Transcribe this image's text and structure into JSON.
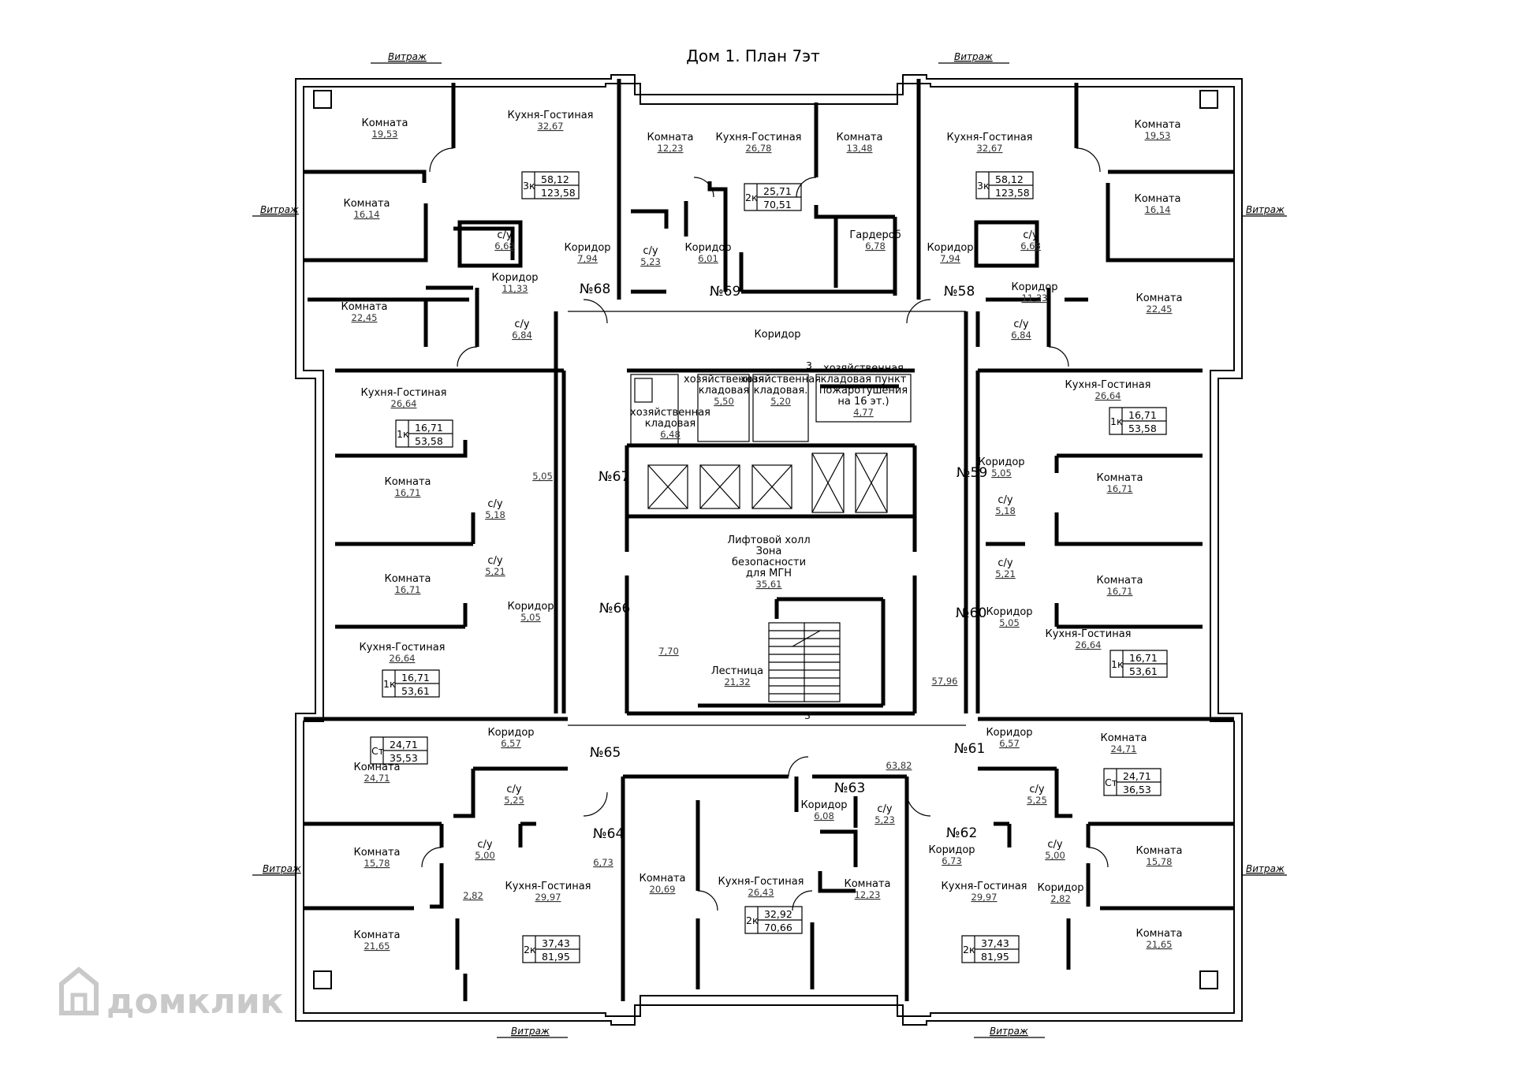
{
  "title": "Дом 1. План 7эт",
  "watermark": "домклик",
  "vitrazh_label": "Витраж",
  "rooms": [
    {
      "id": "r68-komnata-1",
      "label": "Комната",
      "area": "19,53"
    },
    {
      "id": "r68-kitchen",
      "label": "Кухня-Гостиная",
      "area": "32,67"
    },
    {
      "id": "r68-komnata-2",
      "label": "Комната",
      "area": "16,14"
    },
    {
      "id": "r68-su-1",
      "label": "с/у",
      "area": "6,68"
    },
    {
      "id": "r68-koridor-1",
      "label": "Коридор",
      "area": "7,94"
    },
    {
      "id": "r68-koridor-2",
      "label": "Коридор",
      "area": "11,33"
    },
    {
      "id": "r68-komnata-3",
      "label": "Комната",
      "area": "22,45"
    },
    {
      "id": "r68-su-2",
      "label": "с/у",
      "area": "6,84"
    },
    {
      "id": "r69-komnata-1",
      "label": "Комната",
      "area": "12,23"
    },
    {
      "id": "r69-kitchen",
      "label": "Кухня-Гостиная",
      "area": "26,78"
    },
    {
      "id": "r69-komnata-2",
      "label": "Комната",
      "area": "13,48"
    },
    {
      "id": "r69-su",
      "label": "с/у",
      "area": "5,23"
    },
    {
      "id": "r69-koridor",
      "label": "Коридор",
      "area": "6,01"
    },
    {
      "id": "r69-garderob",
      "label": "Гардероб",
      "area": "6,78"
    },
    {
      "id": "r58-kitchen",
      "label": "Кухня-Гостиная",
      "area": "32,67"
    },
    {
      "id": "r58-komnata-1",
      "label": "Комната",
      "area": "19,53"
    },
    {
      "id": "r58-komnata-2",
      "label": "Комната",
      "area": "16,14"
    },
    {
      "id": "r58-su-1",
      "label": "с/у",
      "area": "6,68"
    },
    {
      "id": "r58-koridor-1",
      "label": "Коридор",
      "area": "7,94"
    },
    {
      "id": "r58-koridor-2",
      "label": "Коридор",
      "area": "11,33"
    },
    {
      "id": "r58-komnata-3",
      "label": "Комната",
      "area": "22,45"
    },
    {
      "id": "r58-su-2",
      "label": "с/у",
      "area": "6,84"
    },
    {
      "id": "corridor-main",
      "label": "Коридор",
      "area": ""
    },
    {
      "id": "klad-1",
      "label": "хозяйственная кладовая",
      "area": "6,48"
    },
    {
      "id": "klad-2",
      "label": "хозяйственная кладовая",
      "area": "5,50"
    },
    {
      "id": "klad-3",
      "label": "хозяйственная кладовая.",
      "area": "5,20"
    },
    {
      "id": "klad-4",
      "label": "хозяйственная кладовая пункт пожаротушения на 16 эт.)",
      "area": "4,77"
    },
    {
      "id": "lift-hall",
      "label": "Лифтовой холл Зона безопасности для МГН",
      "area": "35,61"
    },
    {
      "id": "hall-left",
      "label": "",
      "area": "7,70"
    },
    {
      "id": "stair",
      "label": "Лестница",
      "area": "21,32"
    },
    {
      "id": "common-right",
      "label": "",
      "area": "57,96"
    },
    {
      "id": "common-bottom",
      "label": "",
      "area": "63,82"
    },
    {
      "id": "r67-kitchen",
      "label": "Кухня-Гостиная",
      "area": "26,64"
    },
    {
      "id": "r67-komnata",
      "label": "Комната",
      "area": "16,71"
    },
    {
      "id": "r67-koridor",
      "label": "",
      "area": "5,05"
    },
    {
      "id": "r67-su",
      "label": "с/у",
      "area": "5,18"
    },
    {
      "id": "r66-komnata",
      "label": "Комната",
      "area": "16,71"
    },
    {
      "id": "r66-su",
      "label": "с/у",
      "area": "5,21"
    },
    {
      "id": "r66-koridor",
      "label": "Коридор",
      "area": "5,05"
    },
    {
      "id": "r66-kitchen",
      "label": "Кухня-Гостиная",
      "area": "26,64"
    },
    {
      "id": "r59-kitchen",
      "label": "Кухня-Гостиная",
      "area": "26,64"
    },
    {
      "id": "r59-koridor",
      "label": "Коридор",
      "area": "5,05"
    },
    {
      "id": "r59-komnata",
      "label": "Комната",
      "area": "16,71"
    },
    {
      "id": "r59-su",
      "label": "с/у",
      "area": "5,18"
    },
    {
      "id": "r60-su",
      "label": "с/у",
      "area": "5,21"
    },
    {
      "id": "r60-komnata",
      "label": "Комната",
      "area": "16,71"
    },
    {
      "id": "r60-koridor",
      "label": "Коридор",
      "area": "5,05"
    },
    {
      "id": "r60-kitchen",
      "label": "Кухня-Гостиная",
      "area": "26,64"
    },
    {
      "id": "r65-koridor",
      "label": "Коридор",
      "area": "6,57"
    },
    {
      "id": "r65-komnata",
      "label": "Комната",
      "area": "24,71"
    },
    {
      "id": "r65-su",
      "label": "с/у",
      "area": "5,25"
    },
    {
      "id": "r61-koridor",
      "label": "Коридор",
      "area": "6,57"
    },
    {
      "id": "r61-komnata",
      "label": "Комната",
      "area": "24,71"
    },
    {
      "id": "r61-su",
      "label": "с/у",
      "area": "5,25"
    },
    {
      "id": "r63-koridor",
      "label": "Коридор",
      "area": "6,08"
    },
    {
      "id": "r63-su",
      "label": "с/у",
      "area": "5,23"
    },
    {
      "id": "r63-komnata-1",
      "label": "Комната",
      "area": "20,69"
    },
    {
      "id": "r63-kitchen",
      "label": "Кухня-Гостиная",
      "area": "26,43"
    },
    {
      "id": "r63-komnata-2",
      "label": "Комната",
      "area": "12,23"
    },
    {
      "id": "r64-komnata-1",
      "label": "Комната",
      "area": "15,78"
    },
    {
      "id": "r64-su",
      "label": "с/у",
      "area": "5,00"
    },
    {
      "id": "r64-koridor-1",
      "label": "",
      "area": "6,73"
    },
    {
      "id": "r64-koridor-2",
      "label": "",
      "area": "2,82"
    },
    {
      "id": "r64-kitchen",
      "label": "Кухня-Гостиная",
      "area": "29,97"
    },
    {
      "id": "r64-komnata-2",
      "label": "Комната",
      "area": "21,65"
    },
    {
      "id": "r62-koridor-1",
      "label": "Коридор",
      "area": "6,73"
    },
    {
      "id": "r62-kitchen",
      "label": "Кухня-Гостиная",
      "area": "29,97"
    },
    {
      "id": "r62-koridor-2",
      "label": "Коридор",
      "area": "2,82"
    },
    {
      "id": "r62-su",
      "label": "с/у",
      "area": "5,00"
    },
    {
      "id": "r62-komnata-1",
      "label": "Комната",
      "area": "15,78"
    },
    {
      "id": "r62-komnata-2",
      "label": "Комната",
      "area": "21,65"
    }
  ],
  "apartments": [
    {
      "id": "apt-68",
      "number": "№68",
      "type": "3к",
      "living": "58,12",
      "total": "123,58"
    },
    {
      "id": "apt-69",
      "number": "№69",
      "type": "2к",
      "living": "25,71",
      "total": "70,51"
    },
    {
      "id": "apt-58",
      "number": "№58",
      "type": "3к",
      "living": "58,12",
      "total": "123,58"
    },
    {
      "id": "apt-67",
      "number": "№67",
      "type": "1к",
      "living": "16,71",
      "total": "53,58"
    },
    {
      "id": "apt-59",
      "number": "№59",
      "type": "1к",
      "living": "16,71",
      "total": "53,58"
    },
    {
      "id": "apt-66",
      "number": "№66",
      "type": "1к",
      "living": "16,71",
      "total": "53,61"
    },
    {
      "id": "apt-60",
      "number": "№60",
      "type": "1к",
      "living": "16,71",
      "total": "53,61"
    },
    {
      "id": "apt-65",
      "number": "№65",
      "type": "Ст",
      "living": "24,71",
      "total": "35,53"
    },
    {
      "id": "apt-61",
      "number": "№61",
      "type": "Ст",
      "living": "24,71",
      "total": "36,53"
    },
    {
      "id": "apt-63",
      "number": "№63",
      "type": "2к",
      "living": "32,92",
      "total": "70,66"
    },
    {
      "id": "apt-64",
      "number": "№64",
      "type": "2к",
      "living": "37,43",
      "total": "81,95"
    },
    {
      "id": "apt-62",
      "number": "№62",
      "type": "2к",
      "living": "37,43",
      "total": "81,95"
    }
  ],
  "marks": [
    "3",
    "3"
  ]
}
